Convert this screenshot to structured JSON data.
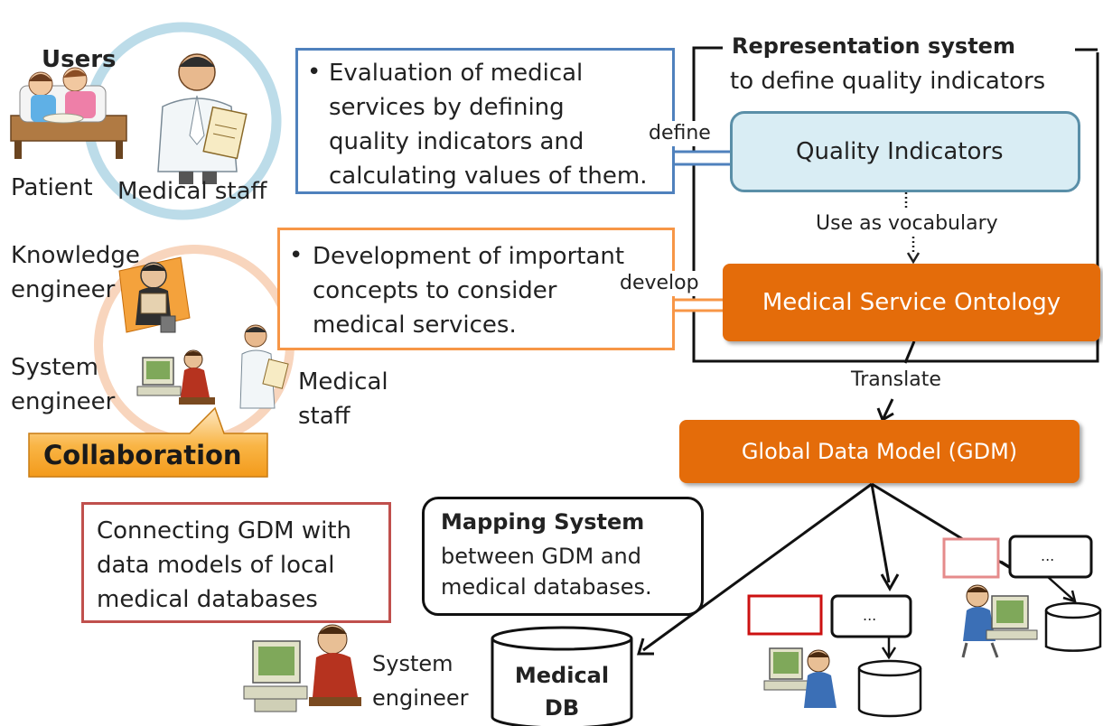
{
  "colors": {
    "blue_border": "#4f81bd",
    "orange_border": "#f79646",
    "red_border": "#c0504d",
    "orange_fill": "#e46c0a",
    "light_blue_fill": "#d9edf4",
    "circle_blue": "#bcdce9",
    "circle_orange": "#f8d5bd"
  },
  "users": {
    "title": "Users",
    "patient": "Patient",
    "medical_staff": "Medical staff",
    "knowledge_engineer": "Knowledge\nengineer",
    "system_engineer": "System\nengineer",
    "medical_staff_2": "Medical\nstaff",
    "collaboration": "Collaboration"
  },
  "evaluation_box": {
    "bullet": "•",
    "text": "Evaluation of medical\nservices by defining\nquality indicators and\ncalculating values of them."
  },
  "development_box": {
    "bullet": "•",
    "text": "Development of important\nconcepts to consider\nmedical services."
  },
  "connecting_box": {
    "text": "Connecting GDM with\ndata models of local\nmedical databases"
  },
  "mapping_box": {
    "title": "Mapping System",
    "text": "between GDM and\nmedical databases."
  },
  "representation": {
    "title": "Representation system",
    "subtitle": "to define quality indicators"
  },
  "arrows": {
    "define": "define",
    "develop": "develop",
    "use_as_vocabulary": "Use as vocabulary",
    "translate": "Translate"
  },
  "nodes": {
    "quality_indicators": "Quality Indicators",
    "ontology": "Medical Service Ontology",
    "gdm": "Global Data Model (GDM)"
  },
  "bottom": {
    "system_engineer": "System\nengineer",
    "medical_db": "Medical\nDB",
    "ellipsis": "..."
  },
  "icons": [
    "patient-clipart-icon",
    "doctor-clipart-icon",
    "knowledge-engineer-clipart-icon",
    "computer-user-clipart-icon",
    "database-icon"
  ]
}
